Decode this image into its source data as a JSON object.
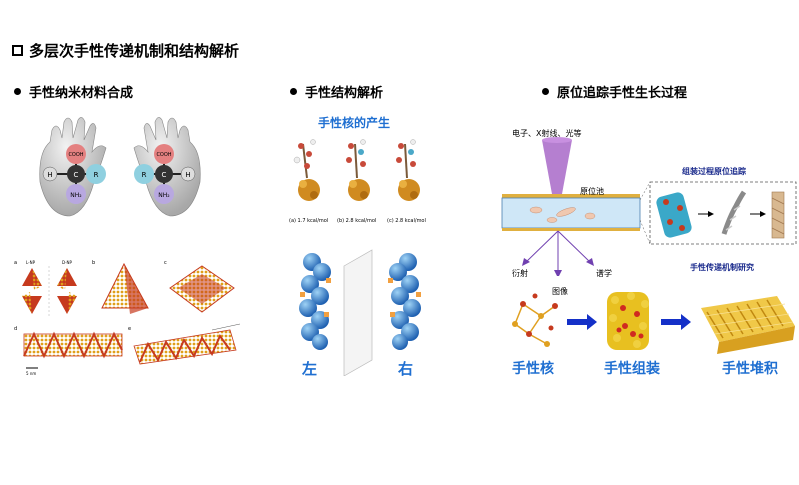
{
  "title": "多层次手性传递机制和结构解析",
  "sections": [
    {
      "label": "手性纳米材料合成"
    },
    {
      "label": "手性结构解析"
    },
    {
      "label": "原位追踪手性生长过程"
    }
  ],
  "hands": {
    "atoms_left": [
      "COOH",
      "H",
      "C",
      "R",
      "NH₂"
    ],
    "atoms_right": [
      "COOH",
      "R",
      "C",
      "H",
      "NH₂"
    ]
  },
  "nano_panels": {
    "letters": [
      "a",
      "b",
      "c",
      "d",
      "e"
    ],
    "labels": [
      "L-NP",
      "D-NP"
    ],
    "scale": "5 nm"
  },
  "chirality": {
    "heading": "手性核的产生",
    "energies": [
      "(a) 1.7 kcal/mol",
      "(b) 2.8 kcal/mol",
      "(c) 2.8 kcal/mol"
    ],
    "left_label": "左",
    "right_label": "右"
  },
  "insitu": {
    "source_label": "电子、X射线、光等",
    "cell_label": "原位池",
    "assembly_label": "组装过程原位追踪",
    "mechanism_label": "手性传递机制研究",
    "outputs": [
      "衍射",
      "图像",
      "谱学"
    ],
    "stages": [
      "手性核",
      "手性组装",
      "手性堆积"
    ]
  },
  "colors": {
    "blue_text": "#1f6fd1",
    "navy_text": "#1a2a8c",
    "arrow": "#1430c8",
    "gold": "#e0a01a",
    "red": "#c63a1e"
  }
}
